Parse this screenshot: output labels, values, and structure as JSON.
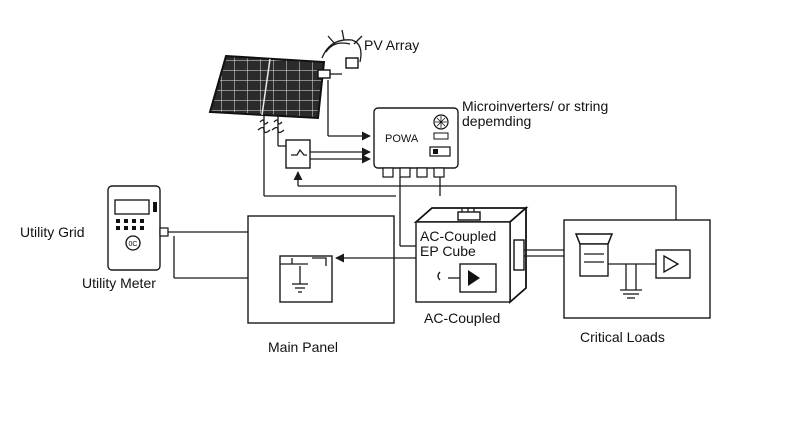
{
  "labels": {
    "pv_array": "PV Array",
    "micro_line1": "Microinverters/ or string",
    "micro_line2": "depemding",
    "powa": "POWA",
    "utility_grid": "Utility Grid",
    "utility_meter": "Utility Meter",
    "meter_badge": "0C",
    "ep_cube_line1": "AC-Coupled",
    "ep_cube_line2": "EP Cube",
    "ac_coupled": "AC-Coupled",
    "main_panel": "Main Panel",
    "critical_loads": "Critical Loads"
  }
}
